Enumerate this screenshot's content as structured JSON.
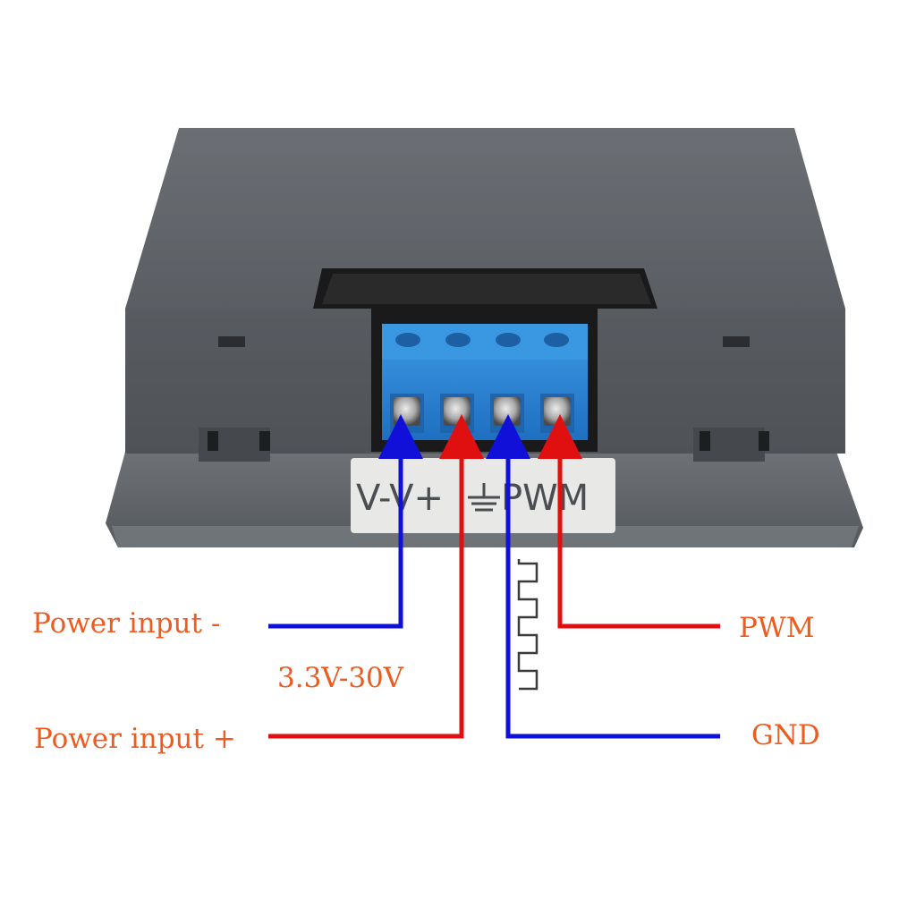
{
  "device": {
    "plate_text": "V-V+",
    "plate_text_2": "PWM",
    "ground_symbol_name": "ground-icon"
  },
  "labels": {
    "power_minus": "Power input -",
    "power_plus": "Power input +",
    "voltage_range": "3.3V-30V",
    "pwm": "PWM",
    "gnd": "GND"
  },
  "colors": {
    "label_text": "#ef5a1f",
    "negative_wire": "#1010d8",
    "positive_wire": "#e01010",
    "terminal_block": "#2e86d6",
    "case": "#5d6166"
  }
}
